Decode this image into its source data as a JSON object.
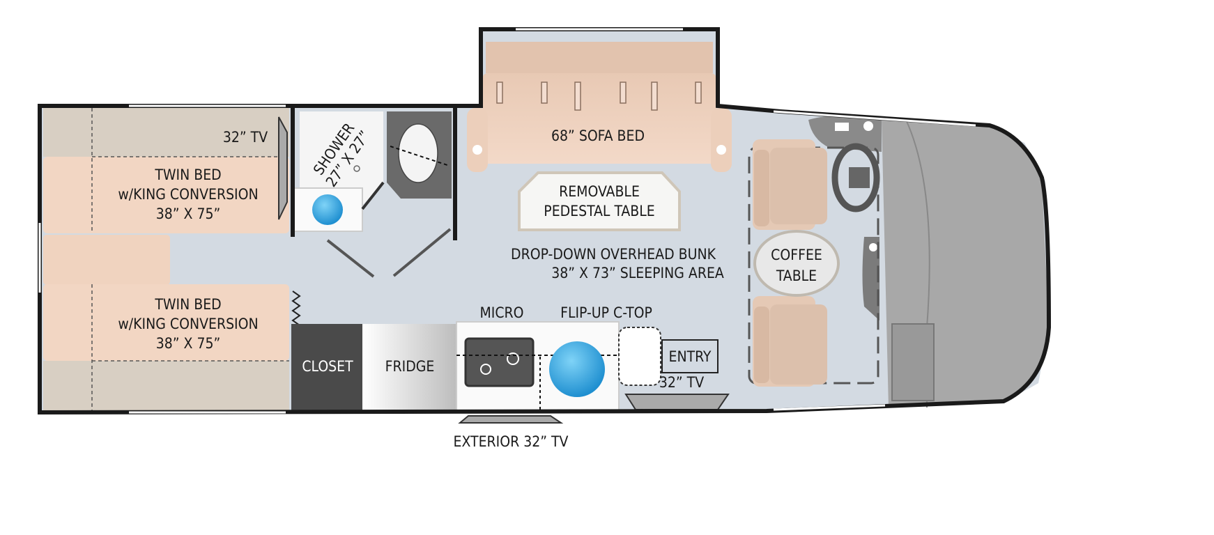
{
  "labels": {
    "bedroom_tv": "32” TV",
    "twin_bed_upper": [
      "TWIN BED",
      "w/KING CONVERSION",
      "38” X 75”"
    ],
    "twin_bed_lower": [
      "TWIN BED",
      "w/KING CONVERSION",
      "38” X 75”"
    ],
    "shower": [
      "SHOWER",
      "27” X 27”"
    ],
    "sofa_bed": "68” SOFA BED",
    "pedestal_table": [
      "REMOVABLE",
      "PEDESTAL TABLE"
    ],
    "overhead_bunk": [
      "DROP-DOWN OVERHEAD BUNK",
      "38” X 73” SLEEPING AREA"
    ],
    "coffee_table": [
      "COFFEE",
      "TABLE"
    ],
    "micro": "MICRO",
    "cooktop": "FLIP-UP C-TOP",
    "closet": "CLOSET",
    "fridge": "FRIDGE",
    "entry": "ENTRY",
    "entry_tv": "32” TV",
    "exterior_tv": "EXTERIOR 32” TV"
  },
  "colors": {
    "floor": "#d3dae2",
    "bed_peach": "#f2d6c3",
    "bed_tan": "#d6ccbf",
    "wall": "#1a1a1a",
    "sink_blue": "#29a3e0",
    "cab_gray": "#9a9a9a"
  }
}
